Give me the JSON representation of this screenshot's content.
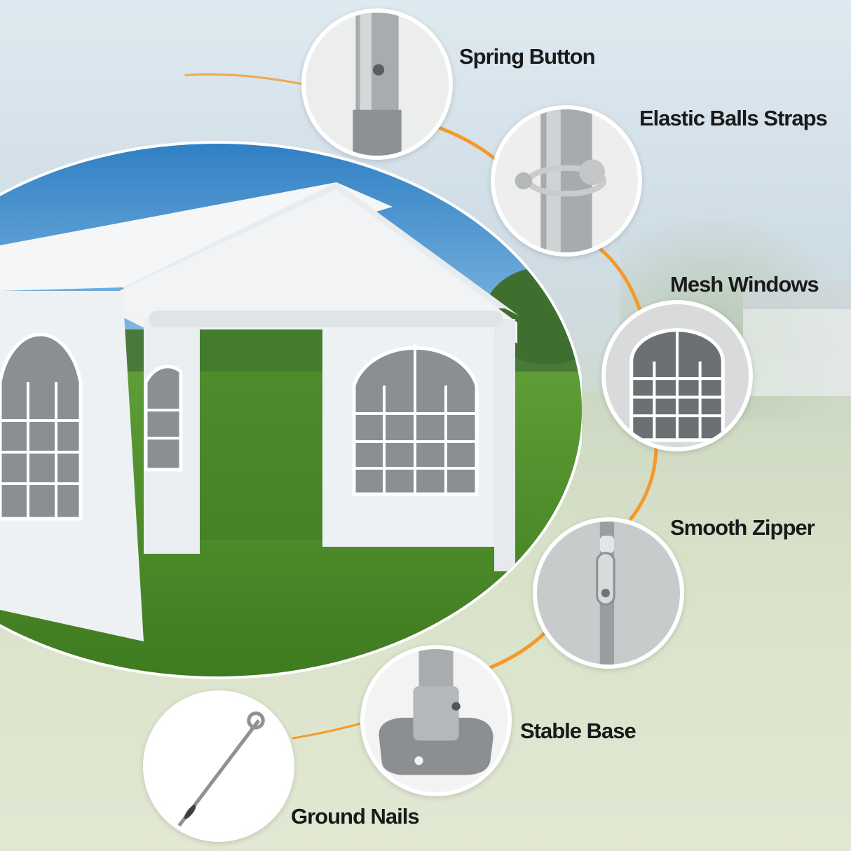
{
  "callouts": [
    {
      "id": "spring-button",
      "label": "Spring Button"
    },
    {
      "id": "elastic-balls-straps",
      "label": "Elastic Balls Straps"
    },
    {
      "id": "mesh-windows",
      "label": "Mesh Windows"
    },
    {
      "id": "smooth-zipper",
      "label": "Smooth Zipper"
    },
    {
      "id": "stable-base",
      "label": "Stable Base"
    },
    {
      "id": "ground-nails",
      "label": "Ground Nails"
    }
  ],
  "colors": {
    "accent_line": "#f39a2b",
    "tent_white": "#f4f6f7",
    "grass": "#4f8f2a",
    "sky": "#3f8fd0",
    "label_text": "#1a1a1a"
  }
}
